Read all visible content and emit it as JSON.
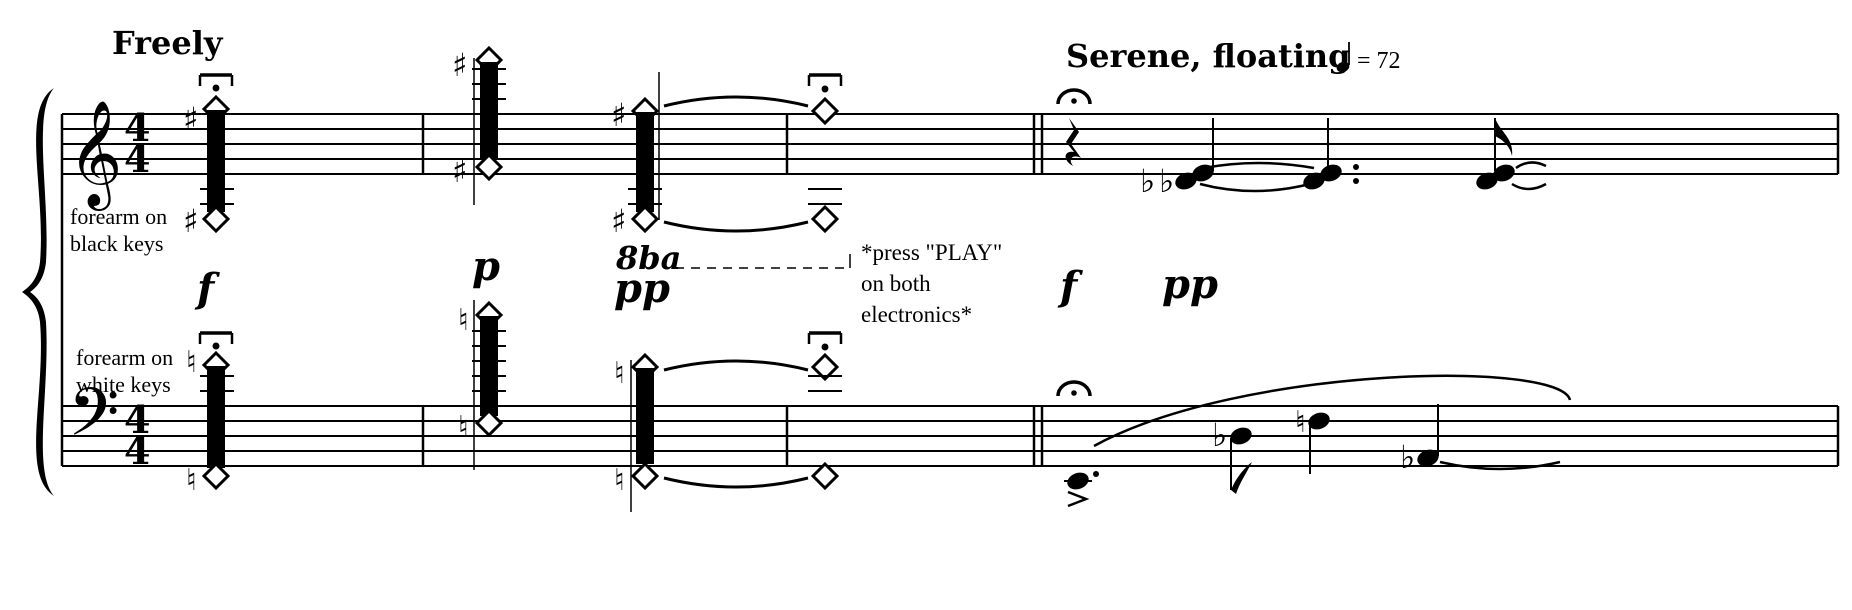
{
  "tempo": {
    "freely": "Freely",
    "serene": "Serene, floating",
    "metronome_value": "= 72"
  },
  "time_signature": {
    "numerator": "4",
    "denominator": "4"
  },
  "annotations": {
    "forearm_black_line1": "forearm on",
    "forearm_black_line2": "black keys",
    "forearm_white_line1": "forearm on",
    "forearm_white_line2": "white keys",
    "electronics_line1": "*press \"PLAY\"",
    "electronics_line2": "on both",
    "electronics_line3": "electronics*",
    "ottava": "8ba"
  },
  "dynamics": {
    "m1": "f",
    "m2": "p",
    "m3": "pp",
    "m5_f": "f",
    "m5_pp": "pp"
  },
  "icons": {
    "treble_clef": "𝄞",
    "bass_clef": "𝄢",
    "sharp": "♯",
    "natural": "♮",
    "flat": "♭",
    "fermata": "𝄐"
  }
}
